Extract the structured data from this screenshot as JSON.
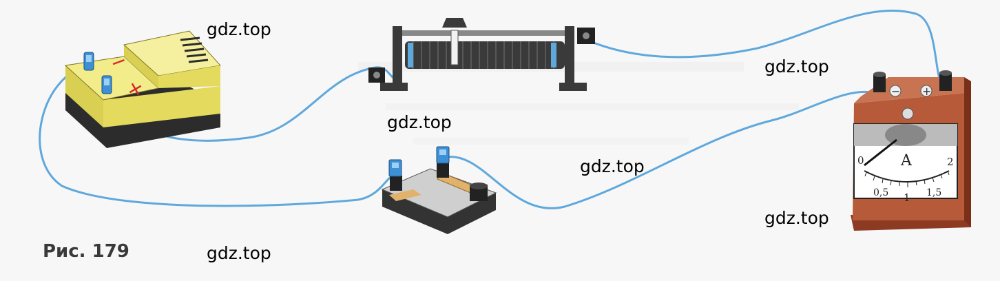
{
  "figure": {
    "caption": "Рис. 179"
  },
  "watermarks": [
    "gdz.top",
    "gdz.top",
    "gdz.top",
    "gdz.top",
    "gdz.top",
    "gdz.top"
  ],
  "power_source": {
    "minus_symbol": "−",
    "plus_symbol": "+"
  },
  "ammeter": {
    "unit": "A",
    "scale_labels": [
      "0",
      "0,5",
      "1",
      "1,5",
      "2"
    ],
    "terminal_minus": "−",
    "terminal_plus": "+"
  },
  "colors": {
    "wire": "#5fa8dc",
    "source_body": "#f3ec8a",
    "source_side": "#d9cf53",
    "source_base": "#2c2c2c",
    "ammeter_body": "#b75a3a",
    "ammeter_face": "#ffffff",
    "rheostat_coil": "#3a3a3a",
    "switch_base": "#c9c9c9"
  }
}
